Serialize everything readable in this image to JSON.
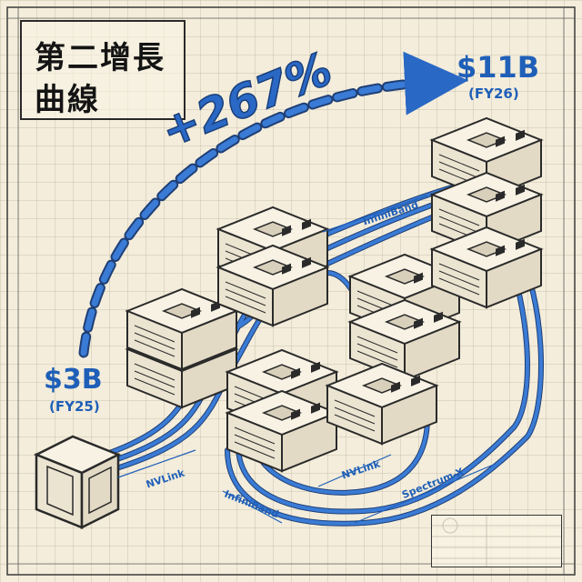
{
  "title": {
    "line1": "第二增長",
    "line2": "曲線"
  },
  "start": {
    "value": "$3B",
    "period": "(FY25)"
  },
  "end": {
    "value": "$11B",
    "period": "(FY26)"
  },
  "growth": "+267%",
  "links": {
    "infiniband_top": "InfiniBand",
    "nvlink_left": "NVLink",
    "infiniband_bottom": "InfiniBand",
    "nvlink_mid": "NVLink",
    "spectrum": "Spectrum-X"
  },
  "colors": {
    "accent": "#2a68c5",
    "cable": "#3a7bd5",
    "ink": "#2a2a2a",
    "paper": "#f4eddb"
  }
}
